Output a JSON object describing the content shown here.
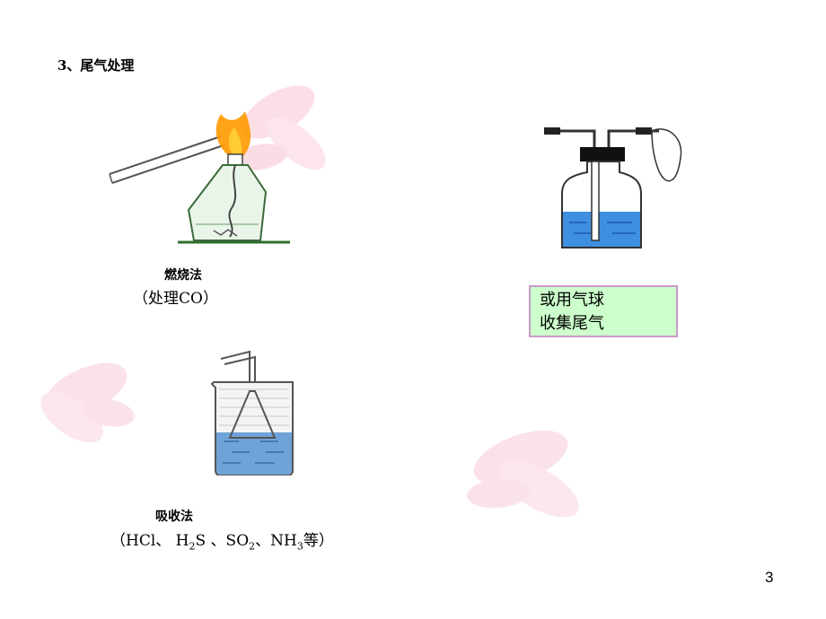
{
  "slide": {
    "title": "3、尾气处理",
    "page_number": "3"
  },
  "combustion": {
    "caption": "燃烧法",
    "subtitle": "（处理CO）"
  },
  "balloon": {
    "line1": "或用气球",
    "line2": "收集尾气"
  },
  "absorption": {
    "caption": "吸收法",
    "sub_parts": {
      "p1": "（HCl、 H",
      "s1": "2",
      "p2": "S 、SO",
      "s2": "2",
      "p3": "、NH",
      "s3": "3",
      "p4": "等）"
    }
  },
  "colors": {
    "water": "#3f8fe0",
    "beaker_water": "#6fa3d8",
    "box_fill": "#ccffcc",
    "box_border": "#cc99cc",
    "flame": "#ff9900"
  }
}
